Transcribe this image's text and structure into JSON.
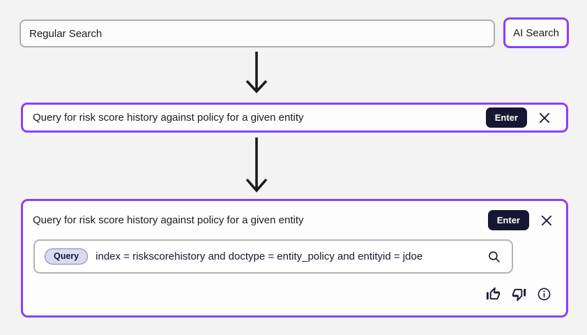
{
  "page": {
    "background": "#f3f3f4"
  },
  "colors": {
    "accent_purple": "#8a3ffc",
    "dark_navy": "#171733",
    "input_border_gray": "#aeaeb0",
    "pill_background": "#d9dcf1",
    "pill_border": "#7c82a8",
    "arrow_black": "#1b1b1b"
  },
  "top_bar": {
    "regular_search_value": "Regular Search",
    "ai_search_label": "AI Search"
  },
  "prompt_box": {
    "query_text": "Query for risk score history against policy for a given entity",
    "enter_label": "Enter"
  },
  "result_box": {
    "query_text": "Query for risk score history against policy for a given entity",
    "enter_label": "Enter",
    "query_pill_label": "Query",
    "generated_query": "index = riskscorehistory and doctype = entity_policy and entityid = jdoe"
  },
  "icons": {
    "arrow_down": "arrow-down-icon",
    "close": "close-icon",
    "search": "search-icon",
    "thumbs_up": "thumbs-up-icon",
    "thumbs_down": "thumbs-down-icon",
    "info": "info-icon"
  }
}
